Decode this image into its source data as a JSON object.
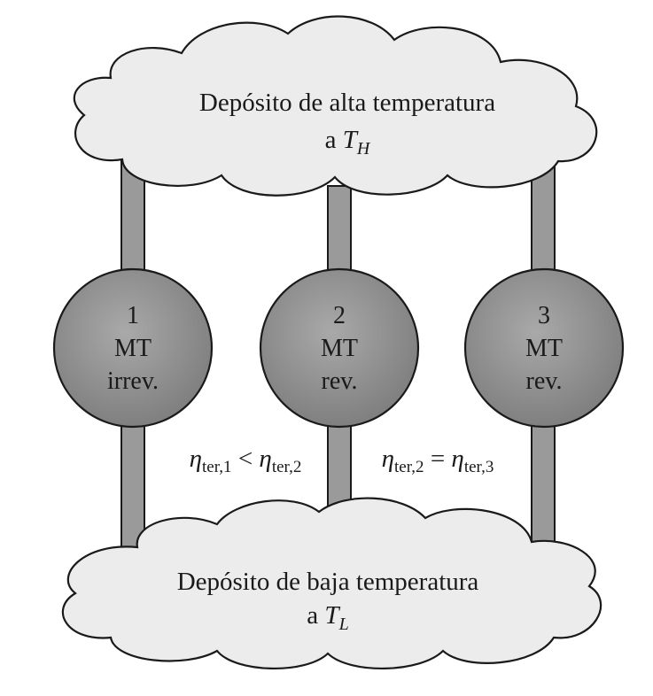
{
  "reservoirs": {
    "high": {
      "line1": "Depósito de alta temperatura",
      "prefix": "a ",
      "symbol": "T",
      "sub": "H"
    },
    "low": {
      "line1": "Depósito de baja temperatura",
      "prefix": "a ",
      "symbol": "T",
      "sub": "L"
    }
  },
  "engines": [
    {
      "number": "1",
      "type": "MT",
      "label": "irrev."
    },
    {
      "number": "2",
      "type": "MT",
      "label": "rev."
    },
    {
      "number": "3",
      "type": "MT",
      "label": "rev."
    }
  ],
  "relations": {
    "left": {
      "sym1": "η",
      "sub1": "ter,1",
      "op": " < ",
      "sym2": "η",
      "sub2": "ter,2"
    },
    "right": {
      "sym1": "η",
      "sub1": "ter,2",
      "op": " = ",
      "sym2": "η",
      "sub2": "ter,3"
    }
  },
  "colors": {
    "cloud_fill": "#ececec",
    "engine_fill": "#8a8a8a",
    "connector_fill": "#9a9a9a",
    "outline": "#1a1a1a"
  }
}
